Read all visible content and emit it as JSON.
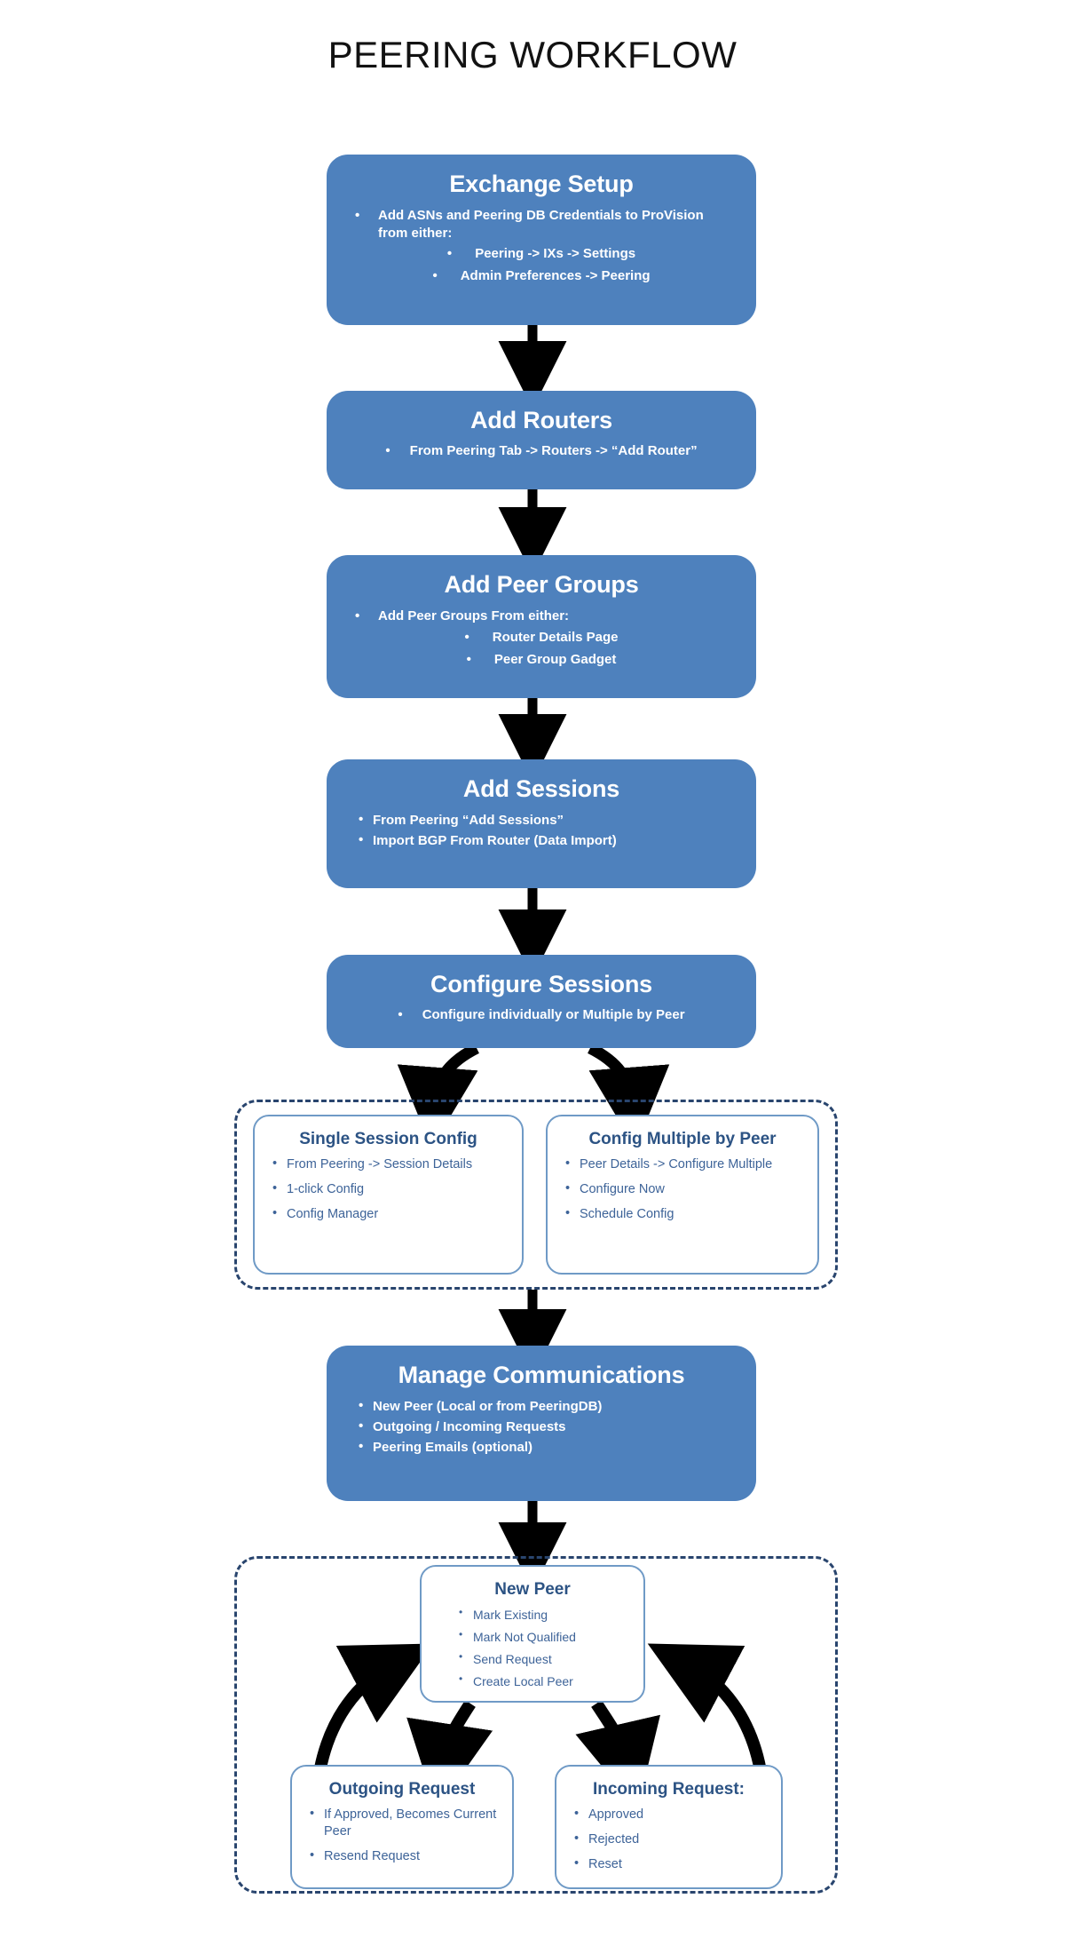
{
  "title": "PEERING WORKFLOW",
  "colors": {
    "step_fill": "#4E81BD",
    "step_text": "#FFFFFF",
    "subbox_border": "#6F9AC6",
    "subbox_title": "#2C5384",
    "subbox_text": "#3D6398",
    "dashed_border": "#29456E",
    "arrow": "#000000",
    "title_text": "#121212",
    "background": "#FFFFFF"
  },
  "steps": [
    {
      "id": "exchange-setup",
      "title": "Exchange Setup",
      "bullets": [
        "Add ASNs and Peering DB Credentials to ProVision from either:"
      ],
      "subbullets": [
        "Peering -> IXs -> Settings",
        "Admin Preferences -> Peering"
      ]
    },
    {
      "id": "add-routers",
      "title": "Add Routers",
      "bullets": [
        "From Peering Tab -> Routers -> “Add Router”"
      ],
      "subbullets": []
    },
    {
      "id": "add-peer-groups",
      "title": "Add Peer Groups",
      "bullets": [
        "Add Peer Groups From either:"
      ],
      "subbullets": [
        "Router Details Page",
        "Peer Group Gadget"
      ]
    },
    {
      "id": "add-sessions",
      "title": "Add Sessions",
      "bullets": [
        "From  Peering “Add Sessions”",
        "Import BGP From Router (Data Import)"
      ],
      "subbullets": []
    },
    {
      "id": "configure-sessions",
      "title": "Configure Sessions",
      "bullets": [
        "Configure individually or Multiple by Peer"
      ],
      "subbullets": []
    },
    {
      "id": "manage-communications",
      "title": "Manage Communications",
      "bullets": [
        "New Peer (Local or from PeeringDB)",
        "Outgoing / Incoming Requests",
        "Peering Emails (optional)"
      ],
      "subbullets": []
    }
  ],
  "config_group": {
    "boxes": [
      {
        "id": "single-session-config",
        "title": "Single Session Config",
        "bullets": [
          "From Peering -> Session Details",
          "1-click Config",
          "Config Manager"
        ]
      },
      {
        "id": "config-multiple-by-peer",
        "title": "Config Multiple by Peer",
        "bullets": [
          "Peer Details -> Configure Multiple",
          "Configure Now",
          "Schedule Config"
        ]
      }
    ]
  },
  "communications_group": {
    "new_peer": {
      "id": "new-peer",
      "title": "New Peer",
      "bullets": [
        "Mark Existing",
        "Mark Not Qualified",
        "Send Request",
        "Create Local Peer"
      ]
    },
    "boxes": [
      {
        "id": "outgoing-request",
        "title": "Outgoing Request",
        "bullets": [
          "If Approved, Becomes Current Peer",
          "Resend Request"
        ]
      },
      {
        "id": "incoming-request",
        "title": "Incoming Request:",
        "bullets": [
          "Approved",
          "Rejected",
          "Reset"
        ]
      }
    ]
  }
}
